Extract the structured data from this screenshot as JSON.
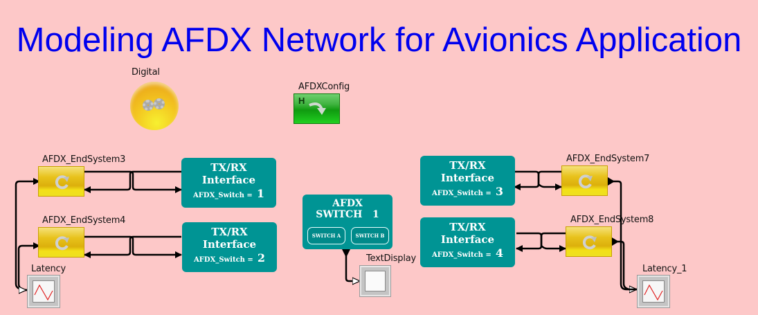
{
  "title": "Modeling AFDX Network for Avionics Application",
  "blocks": {
    "digital": {
      "label": "Digital",
      "icon": "gears-icon"
    },
    "config": {
      "label": "AFDXConfig",
      "icon_letter": "H"
    },
    "end_systems": [
      {
        "label": "AFDX_EndSystem3"
      },
      {
        "label": "AFDX_EndSystem4"
      },
      {
        "label": "AFDX_EndSystem7"
      },
      {
        "label": "AFDX_EndSystem8"
      }
    ],
    "interfaces": [
      {
        "line1": "TX/RX",
        "line2": "Interface",
        "param": "AFDX_Switch =",
        "value": "1"
      },
      {
        "line1": "TX/RX",
        "line2": "Interface",
        "param": "AFDX_Switch =",
        "value": "2"
      },
      {
        "line1": "TX/RX",
        "line2": "Interface",
        "param": "AFDX_Switch =",
        "value": "3"
      },
      {
        "line1": "TX/RX",
        "line2": "Interface",
        "param": "AFDX_Switch =",
        "value": "4"
      }
    ],
    "switch": {
      "line1": "AFDX",
      "line2": "SWITCH   1",
      "button_a": "SWITCH A",
      "button_b": "SWITCH B"
    },
    "text_display": {
      "label": "TextDisplay"
    },
    "scopes": [
      {
        "label": "Latency"
      },
      {
        "label": "Latency_1"
      }
    ]
  },
  "colors": {
    "background": "#fdc8c8",
    "title": "#0000ee",
    "teal": "#009494",
    "end_system": "#e8c21c",
    "config": "#20b020"
  }
}
